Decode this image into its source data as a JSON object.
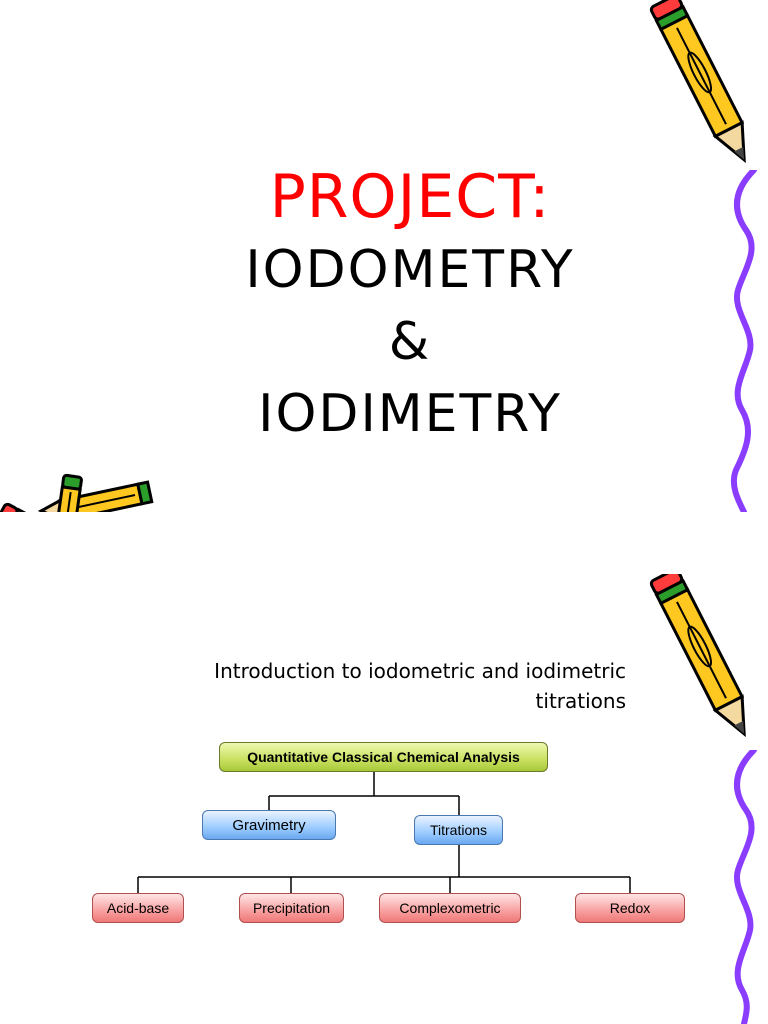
{
  "slide1": {
    "title_prefix": "PROJECT:",
    "line1": "IODOMETRY",
    "line2": "&",
    "line3": "IODIMETRY",
    "title_color": "#ff0000",
    "icons": [
      "pencil-icon",
      "squiggle-line-icon",
      "crossed-pencils-icon"
    ]
  },
  "slide2": {
    "intro_line1": "Introduction to iodometric and iodimetric",
    "intro_line2": "titrations",
    "diagram": {
      "root": "Quantitative Classical Chemical Analysis",
      "level1": [
        "Gravimetry",
        "Titrations"
      ],
      "level2": [
        "Acid-base",
        "Precipitation",
        "Complexometric",
        "Redox"
      ]
    },
    "colors": {
      "root_fill": "#c8e060",
      "level1_fill": "#9ccbff",
      "level2_fill": "#f8a0a0"
    },
    "icons": [
      "pencil-icon",
      "squiggle-line-icon"
    ]
  }
}
